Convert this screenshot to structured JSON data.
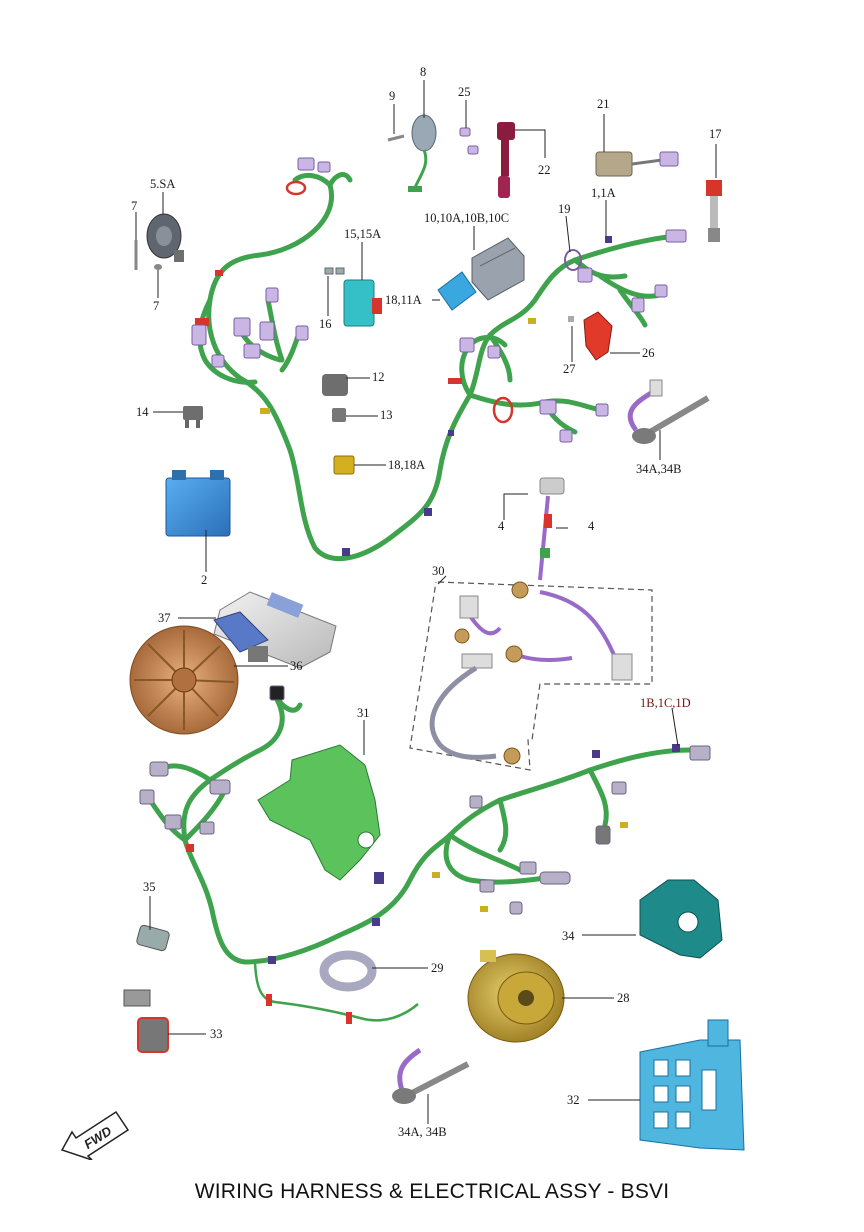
{
  "title": "WIRING HARNESS & ELECTRICAL ASSY - BSVI",
  "fwd_label": "FWD",
  "callouts": {
    "c8": "8",
    "c9": "9",
    "c25": "25",
    "c22": "22",
    "c21": "21",
    "c17": "17",
    "c5sa": "5.SA",
    "c7a": "7",
    "c7b": "7",
    "c15": "15,15A",
    "c16": "16",
    "c10": "10,10A,10B,10C",
    "c18": "18,11A",
    "c19": "19",
    "c1": "1,1A",
    "c27": "27",
    "c26": "26",
    "c12": "12",
    "c13": "13",
    "c14": "14",
    "c18a": "18,18A",
    "c34a": "34A,34B",
    "c4a": "4",
    "c4b": "4",
    "c2": "2",
    "c30": "30",
    "c37": "37",
    "c36": "36",
    "c1b": "1B,1C,1D",
    "c31": "31",
    "c35": "35",
    "c29": "29",
    "c34": "34",
    "c28": "28",
    "c33": "33",
    "c34b": "34A, 34B",
    "c32": "32"
  },
  "colors": {
    "harness": "#3fa34d",
    "harness_dark": "#2a7a37",
    "connector": "#c9b6e4",
    "battery": "#3c8fd6",
    "fan": "#c98b5a",
    "bracket_green": "#5cc35c",
    "teal": "#1f8a8a",
    "stator": "#c9a83a",
    "blue_frame": "#4fb6e0",
    "red": "#d8352a",
    "maroon": "#8a1d3f",
    "purple_cable": "#9a6ac8"
  }
}
